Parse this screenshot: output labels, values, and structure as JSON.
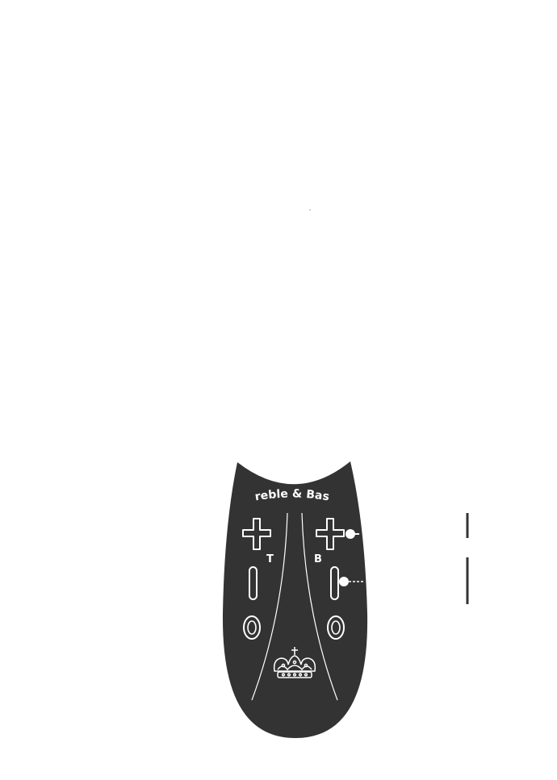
{
  "remote": {
    "brand_text": "Treble & Bass",
    "treble_label": "T",
    "bass_label": "B",
    "body_color": "#333333",
    "marking_color": "#ffffff"
  },
  "buttons": [
    {
      "name": "treble-plus-button",
      "symbol": "plus"
    },
    {
      "name": "treble-minus-button",
      "symbol": "minus"
    },
    {
      "name": "treble-power-button",
      "symbol": "ring"
    },
    {
      "name": "bass-plus-button",
      "symbol": "plus"
    },
    {
      "name": "bass-minus-button",
      "symbol": "minus"
    },
    {
      "name": "bass-power-button",
      "symbol": "ring"
    }
  ],
  "callouts": [
    {
      "name": "callout-bass-plus",
      "style": "solid"
    },
    {
      "name": "callout-bass-minus",
      "style": "dashed"
    }
  ],
  "icons": {
    "logo": "crown-icon"
  }
}
